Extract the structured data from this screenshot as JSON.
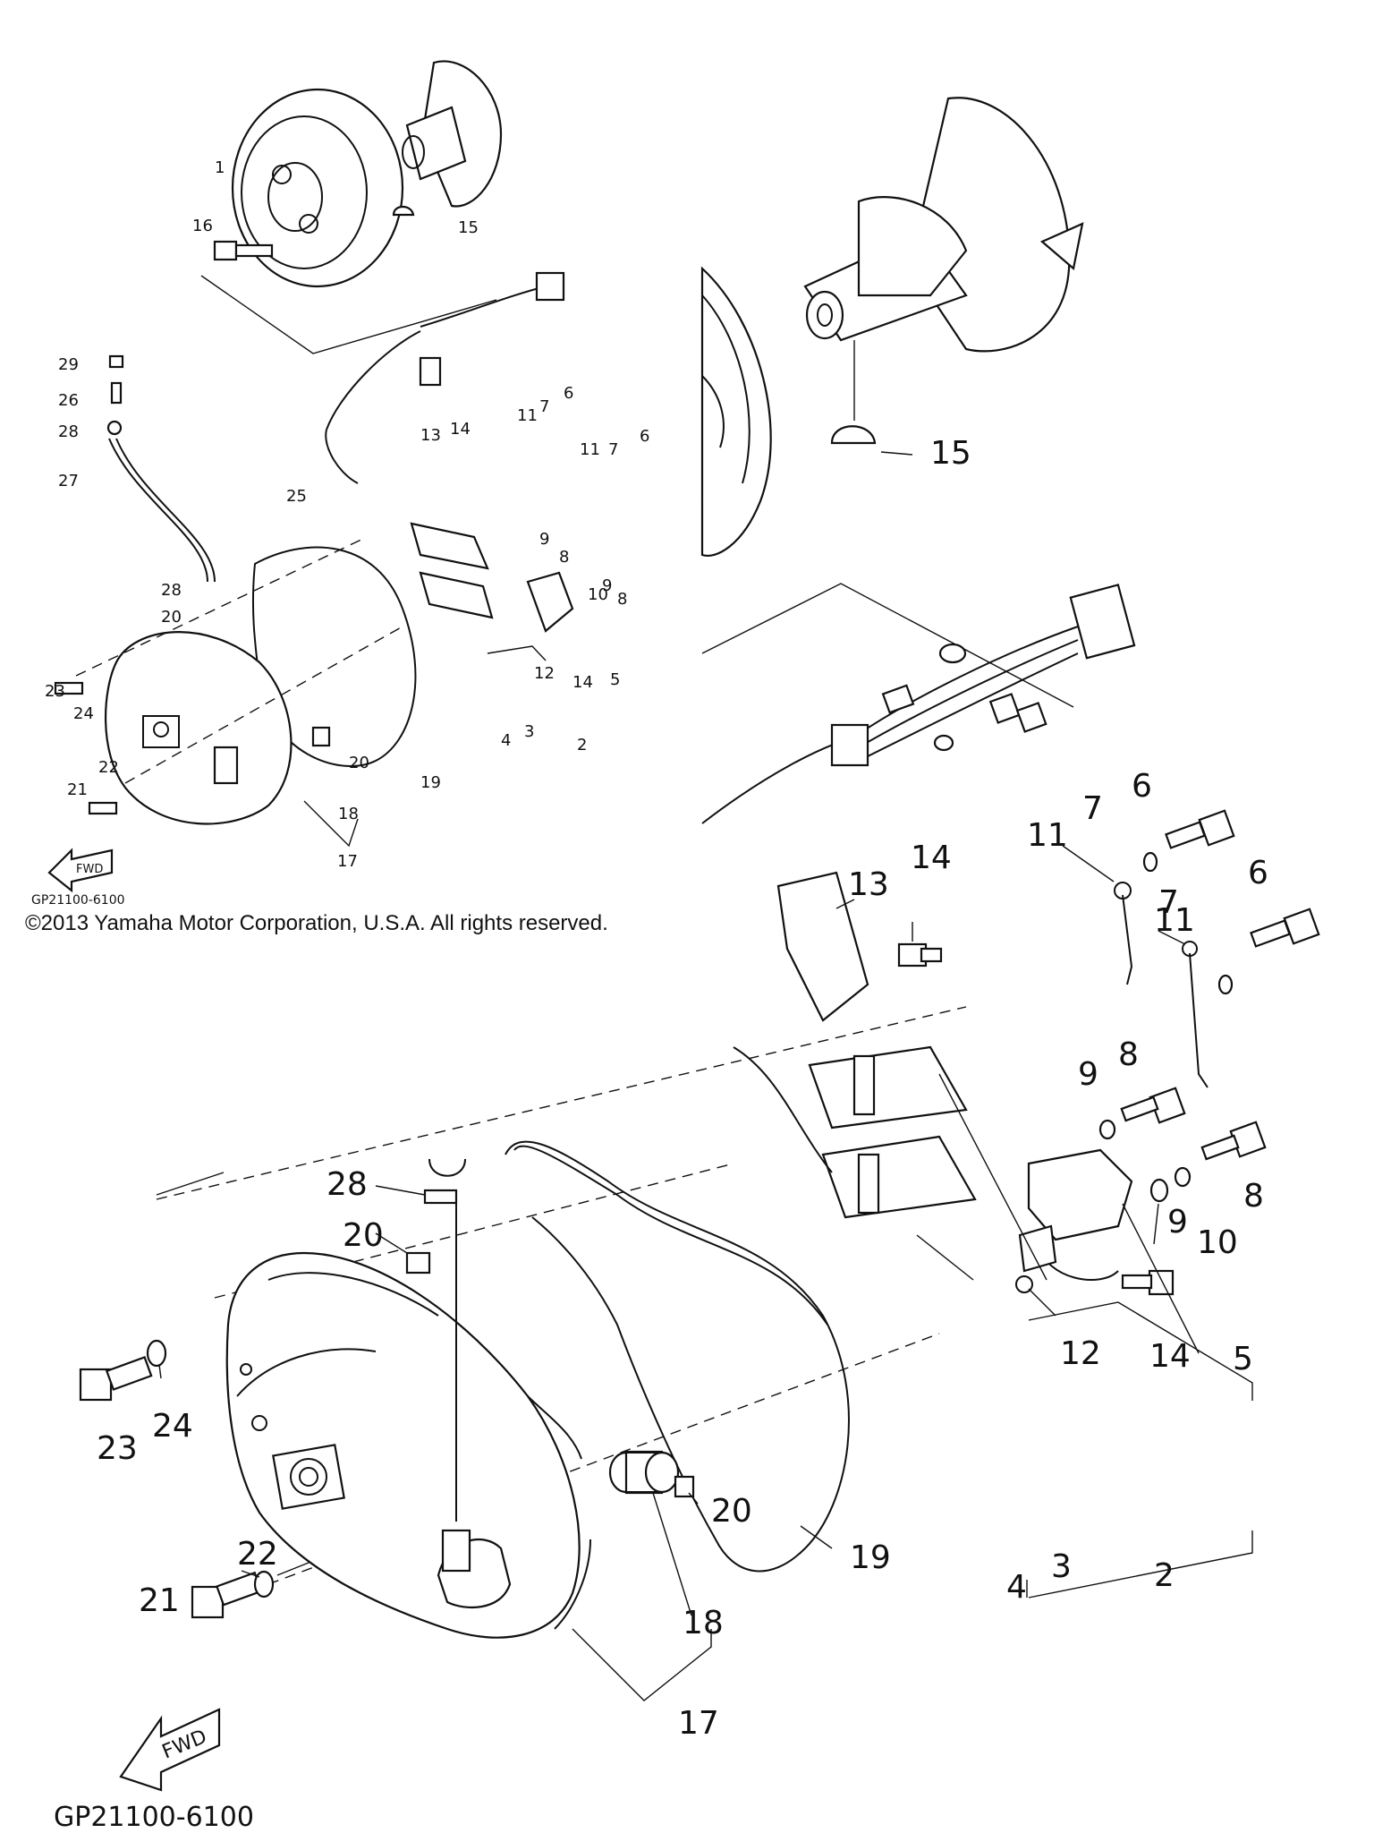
{
  "diagram": {
    "copyright": "©2013 Yamaha Motor Corporation, U.S.A. All rights reserved.",
    "drawing_code_small": "GP21100-6100",
    "drawing_code_large": "GP21100-6100",
    "fwd_label_small": "FWD",
    "fwd_label_large": "FWD",
    "callouts_small": [
      "1",
      "16",
      "15",
      "29",
      "26",
      "28",
      "27",
      "6",
      "7",
      "11",
      "6",
      "7",
      "11",
      "13",
      "14",
      "25",
      "9",
      "8",
      "8",
      "28",
      "20",
      "9",
      "10",
      "12",
      "14",
      "5",
      "23",
      "24",
      "22",
      "21",
      "20",
      "18",
      "17",
      "19",
      "4",
      "3",
      "2"
    ],
    "callouts_large": [
      "15",
      "6",
      "7",
      "11",
      "14",
      "13",
      "6",
      "7",
      "11",
      "9",
      "8",
      "8",
      "9",
      "10",
      "28",
      "20",
      "12",
      "14",
      "5",
      "23",
      "24",
      "19",
      "20",
      "4",
      "3",
      "2",
      "22",
      "21",
      "18",
      "17"
    ]
  }
}
